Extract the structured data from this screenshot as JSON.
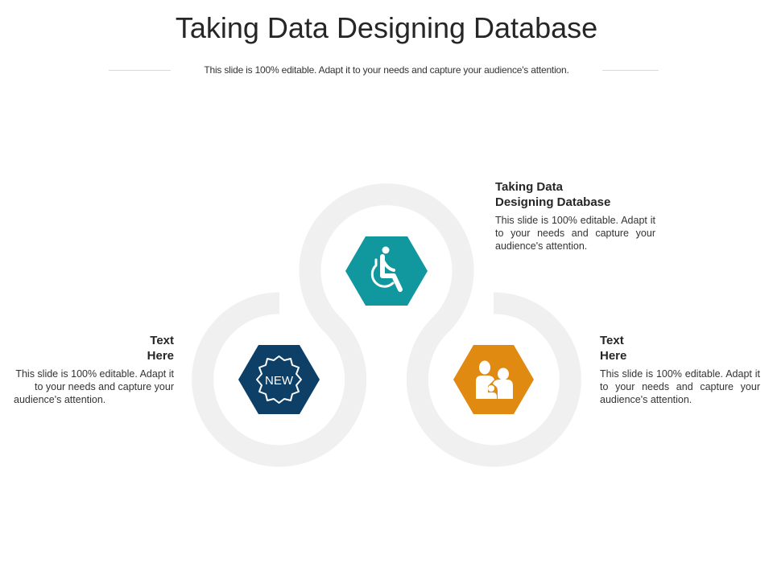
{
  "slide": {
    "title": "Taking Data Designing Database",
    "subtitle": "This slide is 100% editable. Adapt it to your needs and capture your audience's attention."
  },
  "colors": {
    "teal": "#11989E",
    "navy": "#0E3F67",
    "orange": "#E08A12",
    "ring": "#F0F0F0",
    "divider": "#D9D9D9"
  },
  "items": [
    {
      "position": "top",
      "icon": "wheelchair-icon",
      "color": "#11989E",
      "heading_line1": "Taking Data",
      "heading_line2": "Designing Database",
      "body": "This slide is 100% editable. Adapt it to your needs and capture your audience's attention."
    },
    {
      "position": "left",
      "icon": "new-badge-icon",
      "icon_text": "NEW",
      "color": "#0E3F67",
      "heading_line1": "Text",
      "heading_line2": "Here",
      "body": "This slide is 100% editable. Adapt it to your needs and capture your audience's attention."
    },
    {
      "position": "right",
      "icon": "family-icon",
      "color": "#E08A12",
      "heading_line1": "Text",
      "heading_line2": "Here",
      "body": "This slide is 100% editable. Adapt it to your needs and capture your audience's attention."
    }
  ]
}
